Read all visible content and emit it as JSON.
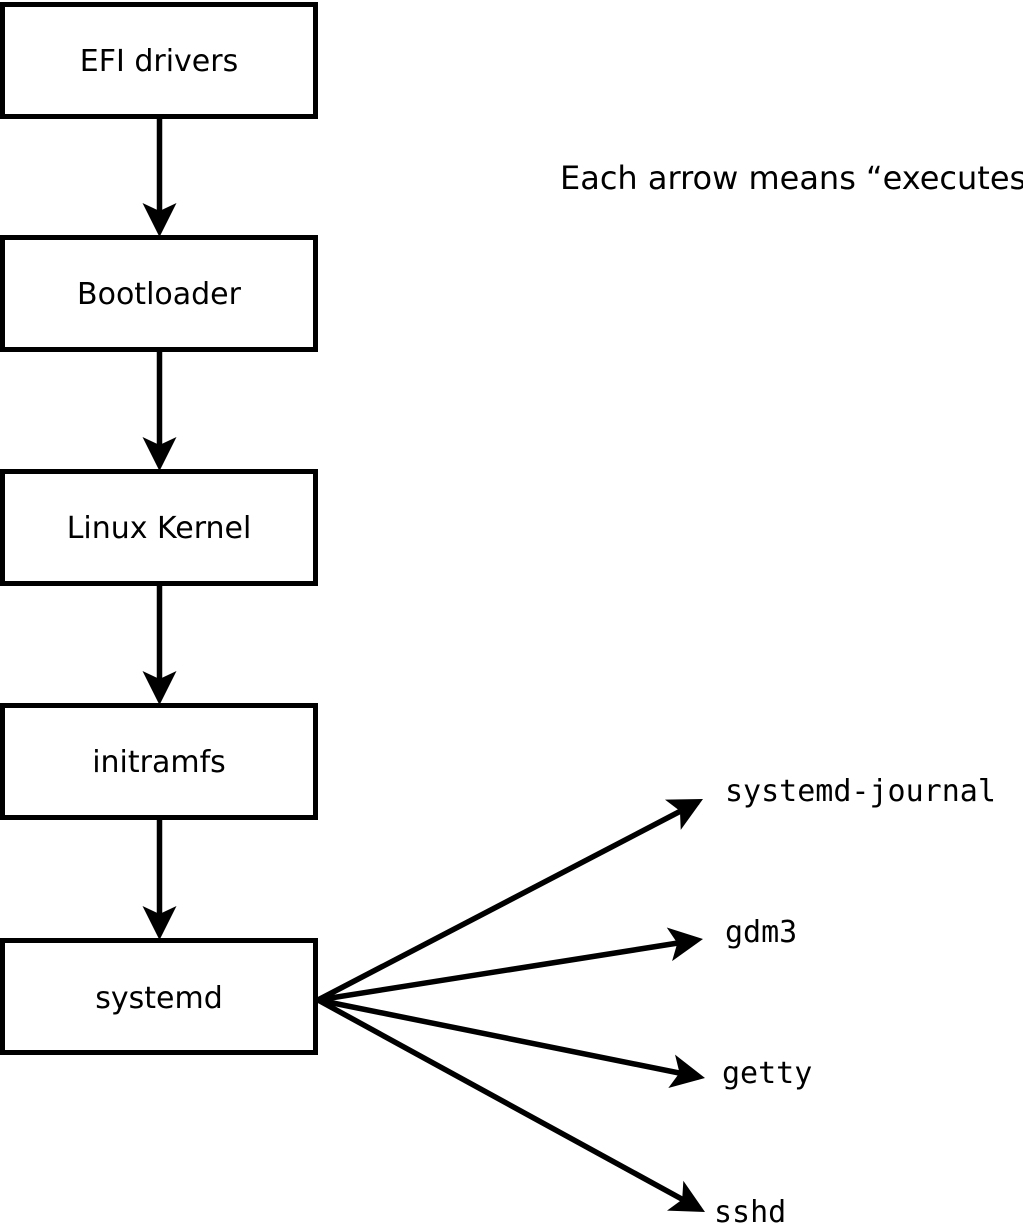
{
  "note": "Each arrow means “executes”.",
  "nodes": [
    {
      "id": "efi-drivers",
      "label": "EFI drivers"
    },
    {
      "id": "bootloader",
      "label": "Bootloader"
    },
    {
      "id": "linux-kernel",
      "label": "Linux Kernel"
    },
    {
      "id": "initramfs",
      "label": "initramfs"
    },
    {
      "id": "systemd",
      "label": "systemd"
    }
  ],
  "processes": [
    {
      "id": "systemd-journal",
      "label": "systemd-journal"
    },
    {
      "id": "gdm3",
      "label": "gdm3"
    },
    {
      "id": "getty",
      "label": "getty"
    },
    {
      "id": "sshd",
      "label": "sshd"
    }
  ],
  "edges": [
    {
      "from": "EFI drivers",
      "to": "Bootloader",
      "meaning": "executes"
    },
    {
      "from": "Bootloader",
      "to": "Linux Kernel",
      "meaning": "executes"
    },
    {
      "from": "Linux Kernel",
      "to": "initramfs",
      "meaning": "executes"
    },
    {
      "from": "initramfs",
      "to": "systemd",
      "meaning": "executes"
    },
    {
      "from": "systemd",
      "to": "systemd-journal",
      "meaning": "executes"
    },
    {
      "from": "systemd",
      "to": "gdm3",
      "meaning": "executes"
    },
    {
      "from": "systemd",
      "to": "getty",
      "meaning": "executes"
    },
    {
      "from": "systemd",
      "to": "sshd",
      "meaning": "executes"
    }
  ],
  "colors": {
    "line": "#000000",
    "box_fill": "#ffffff",
    "background": "#ffffff"
  }
}
